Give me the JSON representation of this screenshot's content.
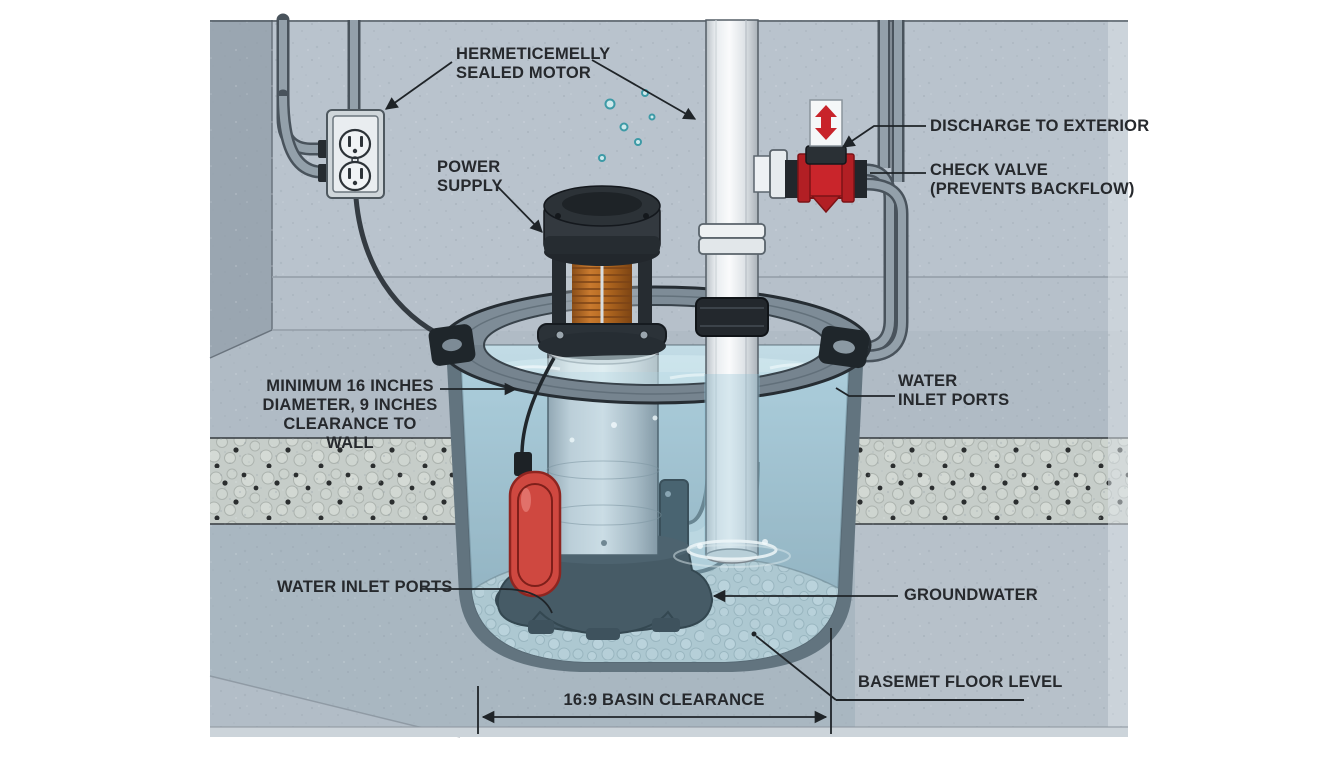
{
  "labels": {
    "sealed_motor": "HERMETICEMELLY\nSEALED MOTOR",
    "power_supply": "POWER\nSUPPLY",
    "discharge": "DISCHARGE TO EXTERIOR",
    "check_valve": "CHECK VALVE\n(PREVENTS BACKFLOW)",
    "basin_min": "MINIMUM 16 INCHES\nDIAMETER, 9 INCHES\nCLEARANCE TO WALL",
    "water_inlet_right": "WATER\nINLET PORTS",
    "water_inlet_left": "WATER INLET PORTS",
    "groundwater": "GROUNDWATER",
    "floor_level": "BASEMET FLOOR LEVEL",
    "basin_clearance": "16:9 BASIN CLEARANCE"
  },
  "icons": {
    "check_valve_flow": "vertical-double-arrow",
    "power_outlet": "duplex-receptacle"
  },
  "colors": {
    "wall": "#b6c0ca",
    "wall_dark": "#9aa6b1",
    "aggregate": "#c6cdc9",
    "ground": "#a9b7c1",
    "basin_rim": "#7e8c97",
    "basin_wall": "#62747f",
    "water": "#aed2e0",
    "gravel": "#c2d2d5",
    "pump_body": "#c3c9ce",
    "pump_dark": "#2b3238",
    "coil_copper": "#b0661f",
    "pipe_white": "#f2f4f6",
    "valve_red": "#c9252b",
    "float_red": "#cf4840",
    "cord": "#343b42",
    "text": "#26292d",
    "leader": "#1f2428"
  }
}
